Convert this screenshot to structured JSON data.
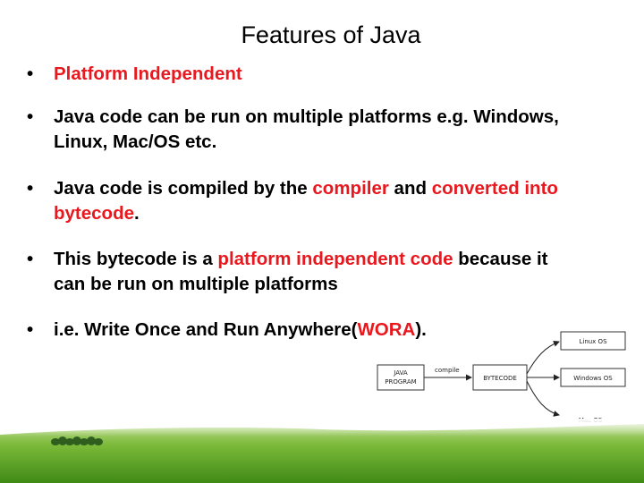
{
  "slide": {
    "title": "Features of Java",
    "bullet_char": "•",
    "bullets": [
      {
        "text": "Platform Independent"
      },
      {
        "text": "Java code can be run on multiple platforms e.g. Windows, Linux, Mac/OS etc."
      },
      {
        "before": "Java code is compiled by the ",
        "highlight1": "compiler",
        "middle": " and ",
        "highlight2": "converted into bytecode",
        "after": "."
      },
      {
        "before": "This bytecode is a ",
        "highlight": "platform independent code",
        "after": " because it can be run on multiple platforms"
      },
      {
        "before": "i.e. Write Once and Run Anywhere(",
        "highlight": "WORA",
        "after": ")."
      }
    ],
    "colors": {
      "highlight": "#e8181e",
      "text": "#000000",
      "grass": "#5fa81f",
      "sky": "#ffffff"
    }
  },
  "diagram": {
    "java_program": [
      "JAVA",
      "PROGRAM"
    ],
    "compile_label": "compile",
    "bytecode": "BYTECODE",
    "targets": [
      "Linux OS",
      "Windows OS",
      "Mac OS"
    ]
  }
}
